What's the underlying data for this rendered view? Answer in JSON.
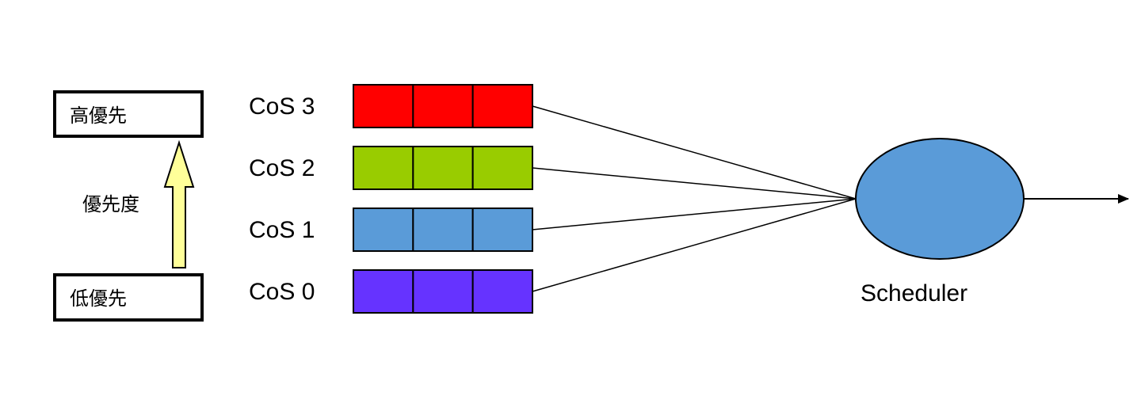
{
  "priority": {
    "high_label": "高優先",
    "low_label": "低優先",
    "axis_label": "優先度",
    "arrow_color": "#ffff99"
  },
  "queues": [
    {
      "label": "CoS 3",
      "color": "#ff0000",
      "slots": 3
    },
    {
      "label": "CoS 2",
      "color": "#99cc00",
      "slots": 3
    },
    {
      "label": "CoS 1",
      "color": "#5a9bd8",
      "slots": 3
    },
    {
      "label": "CoS 0",
      "color": "#6633ff",
      "slots": 3
    }
  ],
  "scheduler": {
    "label": "Scheduler",
    "color": "#5a9bd8"
  }
}
